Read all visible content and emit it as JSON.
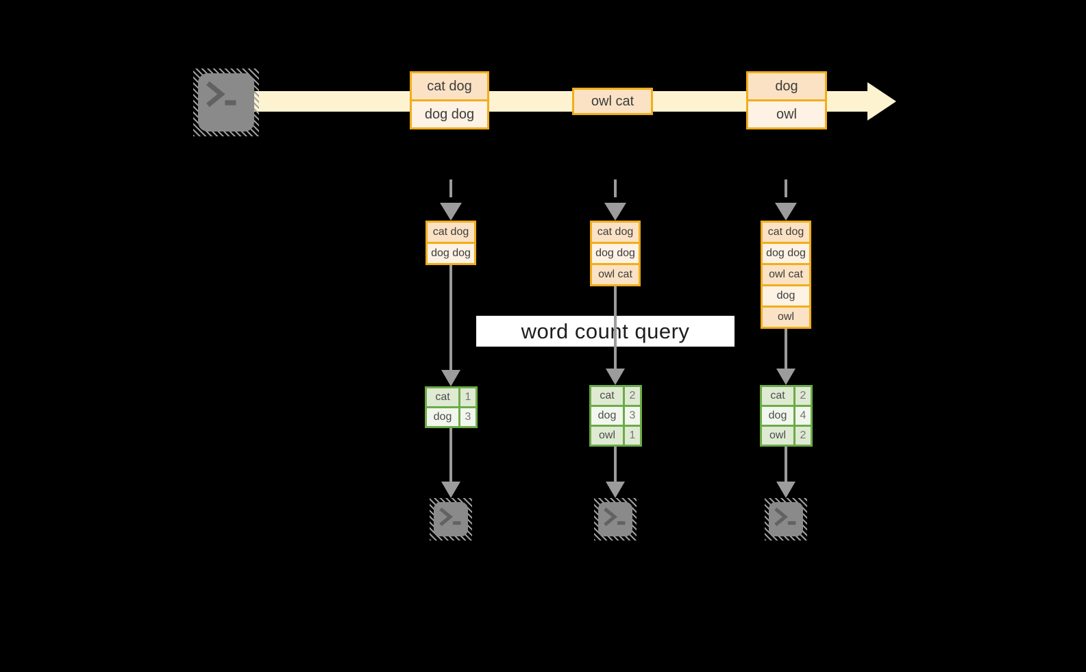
{
  "query_label": "word count query",
  "timeline": {
    "events": [
      {
        "records": [
          "cat dog",
          "dog dog"
        ]
      },
      {
        "records": [
          "owl cat"
        ]
      },
      {
        "records": [
          "dog",
          "owl"
        ]
      }
    ]
  },
  "snapshots": [
    {
      "input_records": [
        "cat dog",
        "dog dog"
      ],
      "result_rows": [
        {
          "word": "cat",
          "count": 1
        },
        {
          "word": "dog",
          "count": 3
        }
      ]
    },
    {
      "input_records": [
        "cat dog",
        "dog dog",
        "owl cat"
      ],
      "result_rows": [
        {
          "word": "cat",
          "count": 2
        },
        {
          "word": "dog",
          "count": 3
        },
        {
          "word": "owl",
          "count": 1
        }
      ]
    },
    {
      "input_records": [
        "cat dog",
        "dog dog",
        "owl cat",
        "dog",
        "owl"
      ],
      "result_rows": [
        {
          "word": "cat",
          "count": 2
        },
        {
          "word": "dog",
          "count": 4
        },
        {
          "word": "owl",
          "count": 2
        }
      ]
    }
  ],
  "icons": {
    "source": "terminal-icon",
    "sinks": [
      "terminal-icon",
      "terminal-icon",
      "terminal-icon"
    ]
  },
  "colors": {
    "background": "#000000",
    "gold_border": "#f1ad19",
    "peach_fill": "#fbe2c4",
    "cream_fill": "#fdf2e4",
    "band_fill": "#fdf3d1",
    "green_border": "#6cab47",
    "green_fill_dark": "#dfead3",
    "green_fill_light": "#f2f7ee",
    "arrow_gray": "#9c9c9c",
    "terminal_gray": "#8a8a8a",
    "label_bg": "#ffffff"
  }
}
